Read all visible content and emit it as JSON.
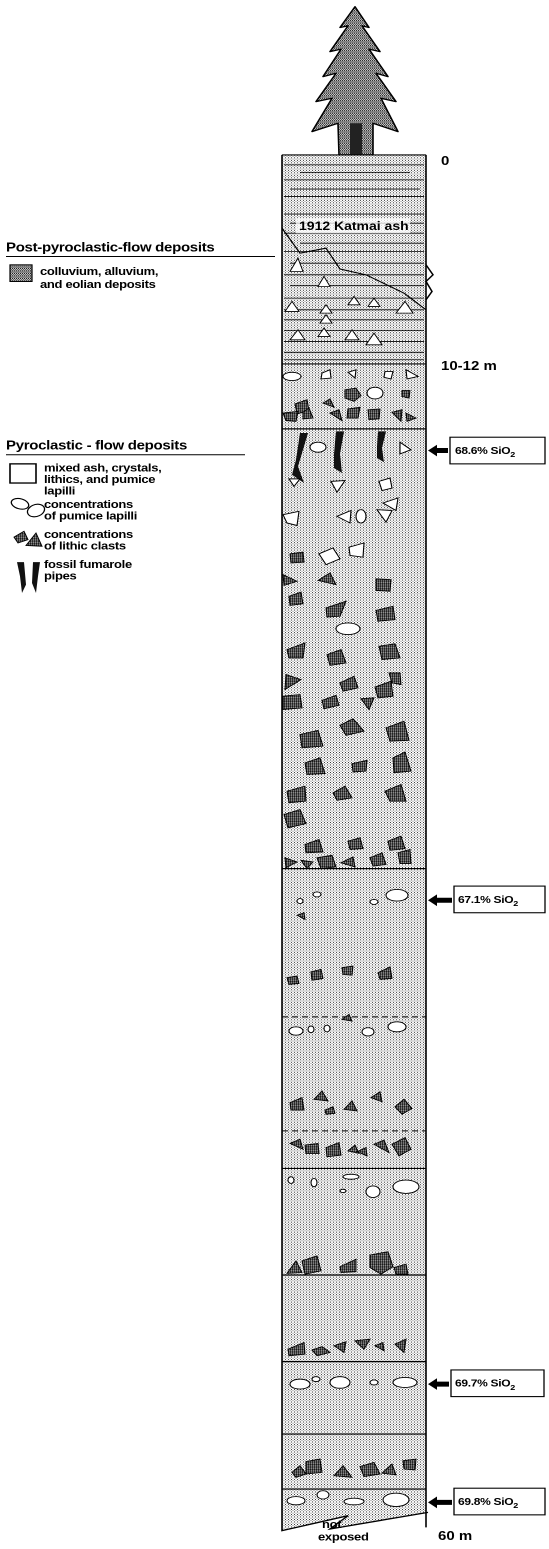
{
  "labels": {
    "depth_top": "0",
    "depth_mid": "10-12 m",
    "depth_bottom": "60 m",
    "ash_label": "1912 Katmai ash",
    "not_exposed_1": "not",
    "not_exposed_2": "exposed"
  },
  "legend": {
    "post_title": "Post-pyroclastic-flow deposits",
    "post_items": [
      {
        "lines": [
          "colluvium, alluvium,",
          "and eolian deposits"
        ],
        "icon": "stippled-box-icon"
      }
    ],
    "pyro_title": "Pyroclastic - flow deposits",
    "pyro_items": [
      {
        "lines": [
          "mixed ash, crystals,",
          "lithics, and pumice",
          "lapilli"
        ],
        "icon": "empty-box-icon"
      },
      {
        "lines": [
          "concentrations",
          "of pumice lapilli"
        ],
        "icon": "pumice-ovals-icon"
      },
      {
        "lines": [
          "concentrations",
          "of lithic clasts"
        ],
        "icon": "lithic-clasts-icon"
      },
      {
        "lines": [
          "fossil fumarole",
          "pipes"
        ],
        "icon": "fumarole-pipes-icon"
      }
    ]
  },
  "samples": [
    {
      "value": "68.6% SiO",
      "sub": "2"
    },
    {
      "value": "67.1% SiO",
      "sub": "2"
    },
    {
      "value": "69.7% SiO",
      "sub": "2"
    },
    {
      "value": "69.8% SiO",
      "sub": "2"
    }
  ],
  "colors": {
    "ink": "#000000",
    "paper": "#ffffff",
    "clast": "#555555"
  }
}
